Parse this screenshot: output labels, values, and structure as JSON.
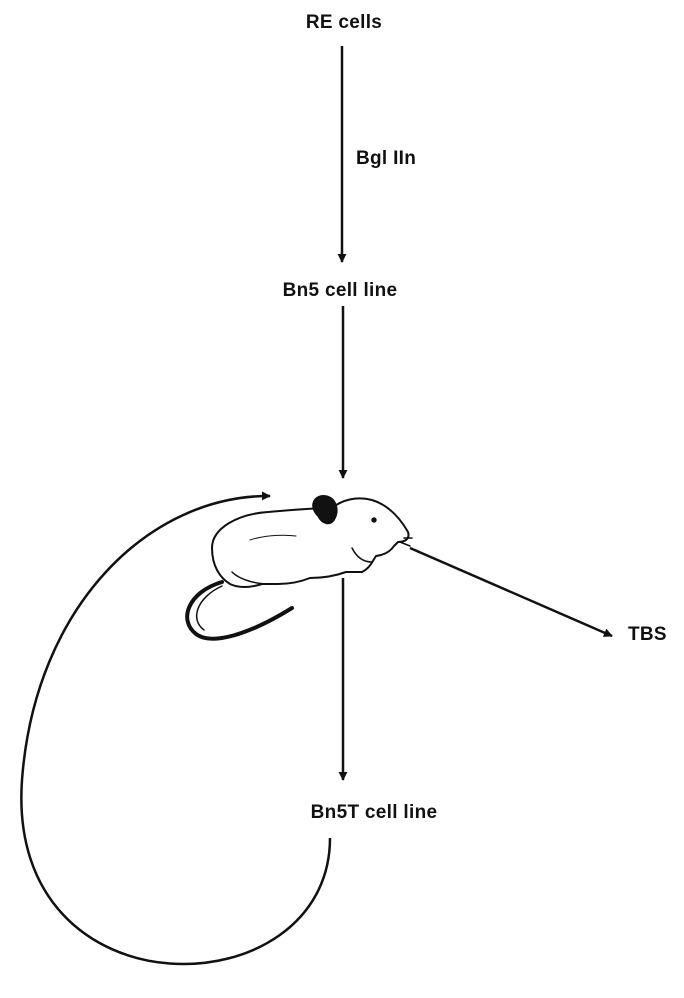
{
  "diagram": {
    "nodes": {
      "re_cells": "RE cells",
      "bgl": "Bgl IIn",
      "bn5": "Bn5 cell line",
      "bn5t": "Bn5T cell line",
      "tbs": "TBS"
    },
    "stroke_color": "#111111",
    "background": "#ffffff",
    "icons": [
      "mouse-illustration"
    ]
  }
}
